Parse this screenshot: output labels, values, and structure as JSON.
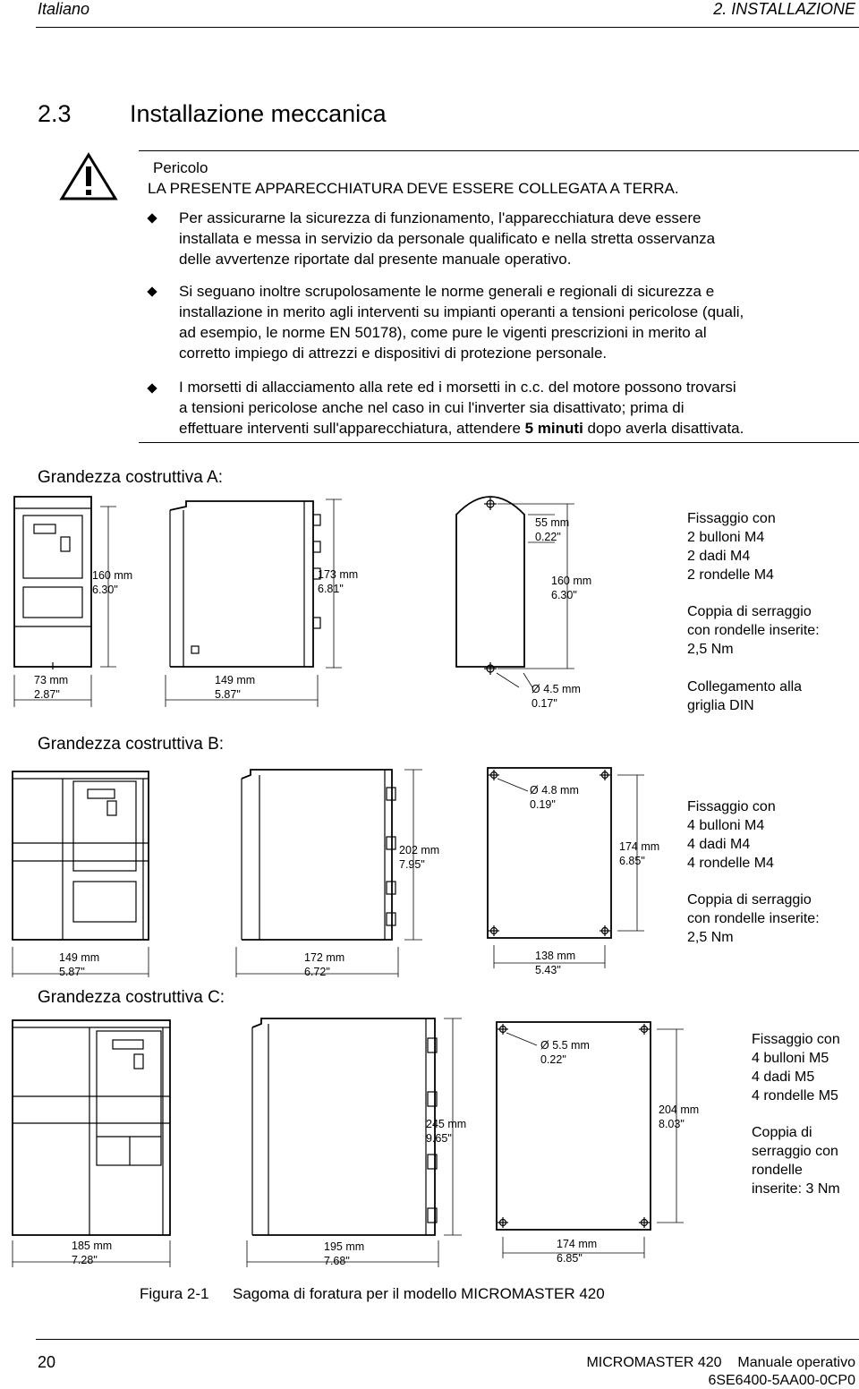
{
  "header": {
    "left": "Italiano",
    "right": "2. INSTALLAZIONE"
  },
  "section": {
    "number": "2.3",
    "title": "Installazione meccanica"
  },
  "warning": {
    "title": "Pericolo",
    "headline": "LA PRESENTE APPARECCHIATURA DEVE ESSERE COLLEGATA A TERRA.",
    "bullets": [
      [
        "Per assicurarne la sicurezza di funzionamento, l'apparecchiatura deve essere",
        "installata e messa in servizio da personale qualificato e nella stretta osservanza",
        "delle avvertenze riportate dal presente manuale operativo."
      ],
      [
        "Si seguano inoltre scrupolosamente le norme generali e regionali di sicurezza e",
        "installazione in merito agli interventi su impianti operanti a tensioni pericolose (quali,",
        "ad esempio, le norme EN 50178), come pure le vigenti prescrizioni in merito al",
        "corretto impiego di attrezzi e dispositivi di protezione personale."
      ],
      [
        "I morsetti di allacciamento alla rete ed i morsetti in c.c. del motore possono trovarsi",
        "a tensioni pericolose anche nel caso in cui l'inverter sia disattivato; prima di"
      ]
    ],
    "last_line_pre": "effettuare interventi sull'apparecchiatura, attendere ",
    "last_line_bold": "5 minuti",
    "last_line_post": " dopo averla disattivata."
  },
  "frame_a": {
    "label": "Grandezza costruttiva A:",
    "dim_height_front": [
      "160 mm",
      "6.30\""
    ],
    "dim_height_side": [
      "173 mm",
      "6.81\""
    ],
    "dim_width_front": [
      "73 mm",
      "2.87\""
    ],
    "dim_width_side": [
      "149 mm",
      "5.87\""
    ],
    "dim_hole_spacing_h": [
      "55 mm",
      "0.22\""
    ],
    "dim_hole_spacing_v": [
      "160 mm",
      "6.30\""
    ],
    "dim_hole": [
      "Ø 4.5 mm",
      "0.17\""
    ],
    "fixing": [
      "Fissaggio con",
      "2 bulloni M4",
      "2 dadi M4",
      "2 rondelle M4"
    ],
    "torque": [
      "Coppia di serraggio",
      "con rondelle inserite:",
      "2,5 Nm"
    ],
    "din": [
      "Collegamento alla",
      "griglia DIN"
    ]
  },
  "frame_b": {
    "label": "Grandezza costruttiva B:",
    "dim_hole": [
      "Ø 4.8 mm",
      "0.19\""
    ],
    "dim_height_side": [
      "202 mm",
      "7.95\""
    ],
    "dim_hole_spacing_v": [
      "174 mm",
      "6.85\""
    ],
    "dim_width_front": [
      "149 mm",
      "5.87\""
    ],
    "dim_width_side": [
      "172 mm",
      "6.72\""
    ],
    "dim_hole_spacing_h": [
      "138 mm",
      "5.43\""
    ],
    "fixing": [
      "Fissaggio con",
      "4 bulloni M4",
      "4 dadi M4",
      "4 rondelle M4"
    ],
    "torque": [
      "Coppia di serraggio",
      "con rondelle inserite:",
      "2,5 Nm"
    ]
  },
  "frame_c": {
    "label": "Grandezza costruttiva C:",
    "dim_hole": [
      "Ø 5.5 mm",
      "0.22\""
    ],
    "dim_height_side": [
      "245 mm",
      "9.65\""
    ],
    "dim_hole_spacing_v": [
      "204 mm",
      "8.03\""
    ],
    "dim_width_front": [
      "185 mm",
      "7.28\""
    ],
    "dim_width_side": [
      "195 mm",
      "7.68\""
    ],
    "dim_hole_spacing_h": [
      "174 mm",
      "6.85\""
    ],
    "fixing": [
      "Fissaggio con",
      "4 bulloni M5",
      "4 dadi M5",
      "4 rondelle M5"
    ],
    "torque": [
      "Coppia di",
      "serraggio con",
      "rondelle",
      "inserite: 3 Nm"
    ]
  },
  "figure": {
    "number": "Figura 2-1",
    "caption": "Sagoma di foratura per il modello MICROMASTER 420"
  },
  "footer": {
    "page": "20",
    "doc_title": "MICROMASTER 420    Manuale operativo",
    "doc_code": "6SE6400-5AA00-0CP0"
  }
}
